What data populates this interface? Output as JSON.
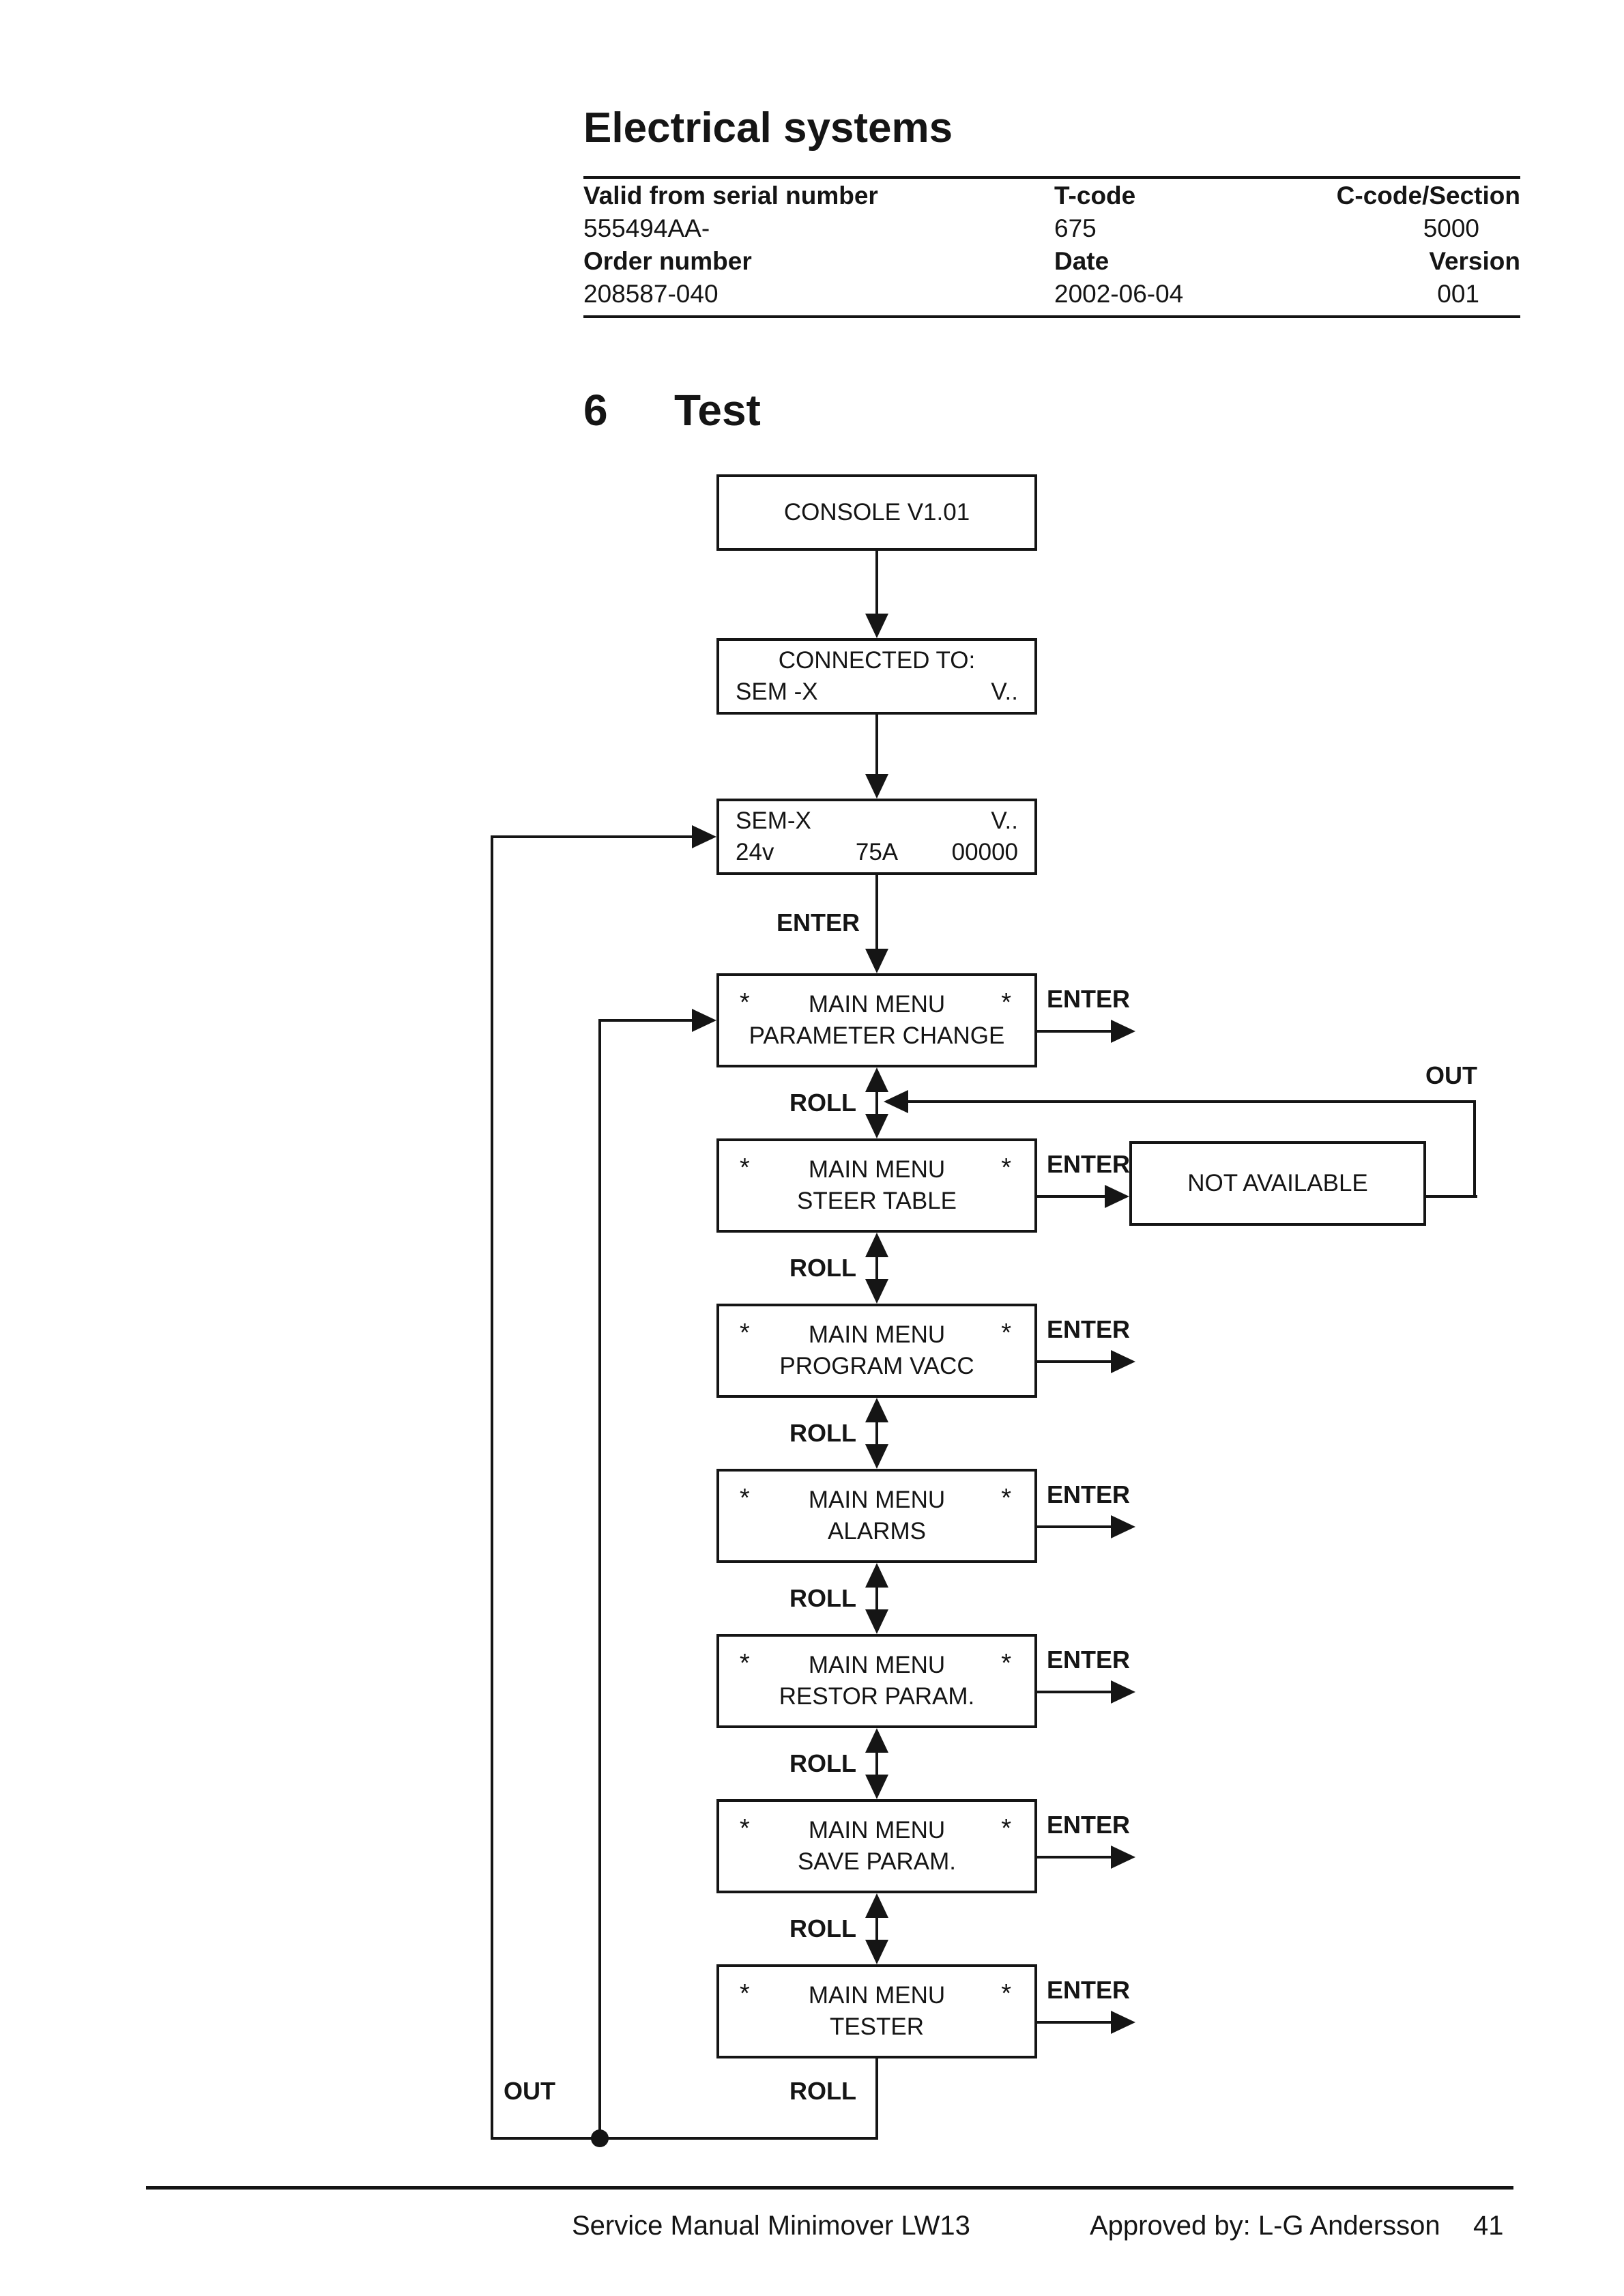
{
  "header": {
    "title": "Electrical systems",
    "info": {
      "r1": {
        "c1": "Valid from serial number",
        "c2": "T-code",
        "c3": "C-code/Section"
      },
      "r2": {
        "c1": "555494AA-",
        "c2": "675",
        "c3": "5000"
      },
      "r3": {
        "c1": "Order number",
        "c2": "Date",
        "c3": "Version"
      },
      "r4": {
        "c1": "208587-040",
        "c2": "2002-06-04",
        "c3": "001"
      }
    }
  },
  "section": {
    "number": "6",
    "title": "Test"
  },
  "chart": {
    "asterisk": "*",
    "labels": {
      "enter": "ENTER",
      "roll": "ROLL",
      "out": "OUT"
    },
    "console": {
      "line1": "CONSOLE V1.01"
    },
    "connected": {
      "line1": "CONNECTED TO:",
      "line2_left": "SEM -X",
      "line2_right": "V.."
    },
    "semx": {
      "line1_left": "SEM-X",
      "line1_right": "V..",
      "line2_left": "24v",
      "line2_center": "75A",
      "line2_right": "00000"
    },
    "menus": [
      {
        "line1": "MAIN MENU",
        "line2": "PARAMETER CHANGE"
      },
      {
        "line1": "MAIN MENU",
        "line2": "STEER TABLE"
      },
      {
        "line1": "MAIN MENU",
        "line2": "PROGRAM VACC"
      },
      {
        "line1": "MAIN MENU",
        "line2": "ALARMS"
      },
      {
        "line1": "MAIN MENU",
        "line2": "RESTOR PARAM."
      },
      {
        "line1": "MAIN MENU",
        "line2": "SAVE PARAM."
      },
      {
        "line1": "MAIN MENU",
        "line2": "TESTER"
      }
    ],
    "not_available": {
      "line1": "NOT AVAILABLE"
    }
  },
  "footer": {
    "left": "Service Manual Minimover LW13",
    "right": "Approved by: L-G Andersson",
    "page": "41"
  }
}
